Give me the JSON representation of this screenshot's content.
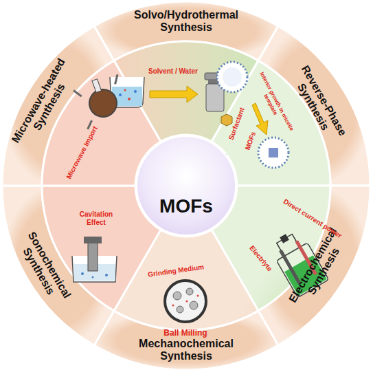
{
  "diagram": {
    "nodes": [
      {
        "text": [
          "Solvo/Hydrothermal Synthesis"
        ]
      },
      {
        "text": [
          "Reverse-Phase Synthesis"
        ]
      },
      {
        "text": [
          "Electrochemical Synthesis"
        ]
      },
      {
        "text": [
          "Mechanochemical Synthesis"
        ]
      },
      {
        "text": [
          "Sonochemical Synthesis"
        ]
      },
      {
        "text": [
          "Microwave-heated Synthesis"
        ]
      },
      {
        "text": [
          "MOFs"
        ]
      }
    ],
    "labels": [
      "Solvent / Water",
      "Surfactant",
      "MOFs",
      "Interior growth in micelle template",
      "Direct current power",
      "Electrlyte",
      "Grinding Medium",
      "Ball Milling",
      "Cavitation Effect",
      "Microwave Import"
    ]
  }
}
